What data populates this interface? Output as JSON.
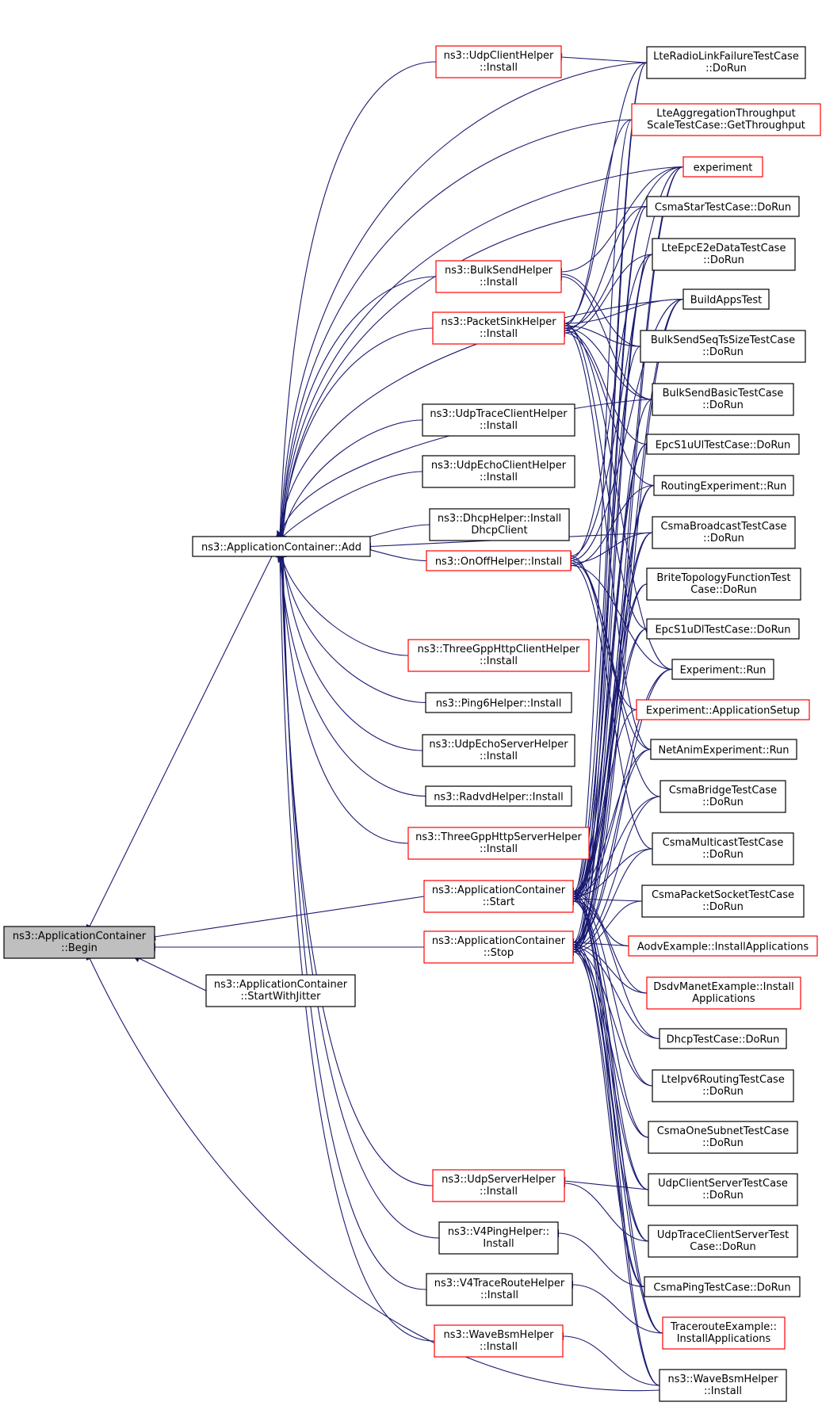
{
  "nodes": [
    {
      "id": "begin",
      "lines": [
        "ns3::ApplicationContainer",
        "::Begin"
      ],
      "kind": "root"
    },
    {
      "id": "add",
      "lines": [
        "ns3::ApplicationContainer::Add"
      ],
      "kind": "black"
    },
    {
      "id": "start",
      "lines": [
        "ns3::ApplicationContainer",
        "::Start"
      ],
      "kind": "red"
    },
    {
      "id": "stop",
      "lines": [
        "ns3::ApplicationContainer",
        "::Stop"
      ],
      "kind": "red"
    },
    {
      "id": "startjitter",
      "lines": [
        "ns3::ApplicationContainer",
        "::StartWithJitter"
      ],
      "kind": "black"
    },
    {
      "id": "udpclienthelper",
      "lines": [
        "ns3::UdpClientHelper",
        "::Install"
      ],
      "kind": "red"
    },
    {
      "id": "bulksendhelper",
      "lines": [
        "ns3::BulkSendHelper",
        "::Install"
      ],
      "kind": "red"
    },
    {
      "id": "packetsinkhelper",
      "lines": [
        "ns3::PacketSinkHelper",
        "::Install"
      ],
      "kind": "red"
    },
    {
      "id": "udptraceclienthelper",
      "lines": [
        "ns3::UdpTraceClientHelper",
        "::Install"
      ],
      "kind": "black"
    },
    {
      "id": "udpechoclienthelper",
      "lines": [
        "ns3::UdpEchoClientHelper",
        "::Install"
      ],
      "kind": "black"
    },
    {
      "id": "dhcphelper",
      "lines": [
        "ns3::DhcpHelper::Install",
        "DhcpClient"
      ],
      "kind": "black"
    },
    {
      "id": "onoffhelper",
      "lines": [
        "ns3::OnOffHelper::Install"
      ],
      "kind": "red"
    },
    {
      "id": "threegpphttpclient",
      "lines": [
        "ns3::ThreeGppHttpClientHelper",
        "::Install"
      ],
      "kind": "red"
    },
    {
      "id": "ping6helper",
      "lines": [
        "ns3::Ping6Helper::Install"
      ],
      "kind": "black"
    },
    {
      "id": "udpechoserverhelper",
      "lines": [
        "ns3::UdpEchoServerHelper",
        "::Install"
      ],
      "kind": "black"
    },
    {
      "id": "radvdhelper",
      "lines": [
        "ns3::RadvdHelper::Install"
      ],
      "kind": "black"
    },
    {
      "id": "threegpphttpserver",
      "lines": [
        "ns3::ThreeGppHttpServerHelper",
        "::Install"
      ],
      "kind": "red"
    },
    {
      "id": "udpserverhelper",
      "lines": [
        "ns3::UdpServerHelper",
        "::Install"
      ],
      "kind": "red"
    },
    {
      "id": "v4pinghelper",
      "lines": [
        "ns3::V4PingHelper::",
        "Install"
      ],
      "kind": "black"
    },
    {
      "id": "v4traceroutehelper",
      "lines": [
        "ns3::V4TraceRouteHelper",
        "::Install"
      ],
      "kind": "black"
    },
    {
      "id": "wavebsmhelper_mid",
      "lines": [
        "ns3::WaveBsmHelper",
        "::Install"
      ],
      "kind": "red"
    },
    {
      "id": "lteradiolinkfailure",
      "lines": [
        "LteRadioLinkFailureTestCase",
        "::DoRun"
      ],
      "kind": "black"
    },
    {
      "id": "lteaggregation",
      "lines": [
        "LteAggregationThroughput",
        "ScaleTestCase::GetThroughput"
      ],
      "kind": "red"
    },
    {
      "id": "experiment",
      "lines": [
        "experiment"
      ],
      "kind": "red"
    },
    {
      "id": "csmastar",
      "lines": [
        "CsmaStarTestCase::DoRun"
      ],
      "kind": "black"
    },
    {
      "id": "lteepce2e",
      "lines": [
        "LteEpcE2eDataTestCase",
        "::DoRun"
      ],
      "kind": "black"
    },
    {
      "id": "buildappstest",
      "lines": [
        "BuildAppsTest"
      ],
      "kind": "black"
    },
    {
      "id": "bulksendseqts",
      "lines": [
        "BulkSendSeqTsSizeTestCase",
        "::DoRun"
      ],
      "kind": "black"
    },
    {
      "id": "bulksendbasic",
      "lines": [
        "BulkSendBasicTestCase",
        "::DoRun"
      ],
      "kind": "black"
    },
    {
      "id": "epcs1uul",
      "lines": [
        "EpcS1uUlTestCase::DoRun"
      ],
      "kind": "black"
    },
    {
      "id": "routingexperiment",
      "lines": [
        "RoutingExperiment::Run"
      ],
      "kind": "black"
    },
    {
      "id": "csmabroadcast",
      "lines": [
        "CsmaBroadcastTestCase",
        "::DoRun"
      ],
      "kind": "black"
    },
    {
      "id": "britetopology",
      "lines": [
        "BriteTopologyFunctionTest",
        "Case::DoRun"
      ],
      "kind": "black"
    },
    {
      "id": "epcs1udl",
      "lines": [
        "EpcS1uDlTestCase::DoRun"
      ],
      "kind": "black"
    },
    {
      "id": "experimentrun",
      "lines": [
        "Experiment::Run"
      ],
      "kind": "black"
    },
    {
      "id": "experimentappsetup",
      "lines": [
        "Experiment::ApplicationSetup"
      ],
      "kind": "red"
    },
    {
      "id": "netanim",
      "lines": [
        "NetAnimExperiment::Run"
      ],
      "kind": "black"
    },
    {
      "id": "csmabridge",
      "lines": [
        "CsmaBridgeTestCase",
        "::DoRun"
      ],
      "kind": "black"
    },
    {
      "id": "csmamulticast",
      "lines": [
        "CsmaMulticastTestCase",
        "::DoRun"
      ],
      "kind": "black"
    },
    {
      "id": "csmapacketsocket",
      "lines": [
        "CsmaPacketSocketTestCase",
        "::DoRun"
      ],
      "kind": "black"
    },
    {
      "id": "aodvexample",
      "lines": [
        "AodvExample::InstallApplications"
      ],
      "kind": "red"
    },
    {
      "id": "dsdvmanet",
      "lines": [
        "DsdvManetExample::Install",
        "Applications"
      ],
      "kind": "red"
    },
    {
      "id": "dhcptestcase",
      "lines": [
        "DhcpTestCase::DoRun"
      ],
      "kind": "black"
    },
    {
      "id": "lteipv6routing",
      "lines": [
        "LteIpv6RoutingTestCase",
        "::DoRun"
      ],
      "kind": "black"
    },
    {
      "id": "csmaonesubnet",
      "lines": [
        "CsmaOneSubnetTestCase",
        "::DoRun"
      ],
      "kind": "black"
    },
    {
      "id": "udpclientserver",
      "lines": [
        "UdpClientServerTestCase",
        "::DoRun"
      ],
      "kind": "black"
    },
    {
      "id": "udptraceclientserver",
      "lines": [
        "UdpTraceClientServerTest",
        "Case::DoRun"
      ],
      "kind": "black"
    },
    {
      "id": "csmaping",
      "lines": [
        "CsmaPingTestCase::DoRun"
      ],
      "kind": "black"
    },
    {
      "id": "tracerouteexample",
      "lines": [
        "TracerouteExample::",
        "InstallApplications"
      ],
      "kind": "red"
    },
    {
      "id": "wavebsmhelper_right",
      "lines": [
        "ns3::WaveBsmHelper",
        "::Install"
      ],
      "kind": "black"
    }
  ],
  "colors": {
    "edge": "#191970",
    "red_border": "#ff0000",
    "root_fill": "#bfbfbf"
  }
}
